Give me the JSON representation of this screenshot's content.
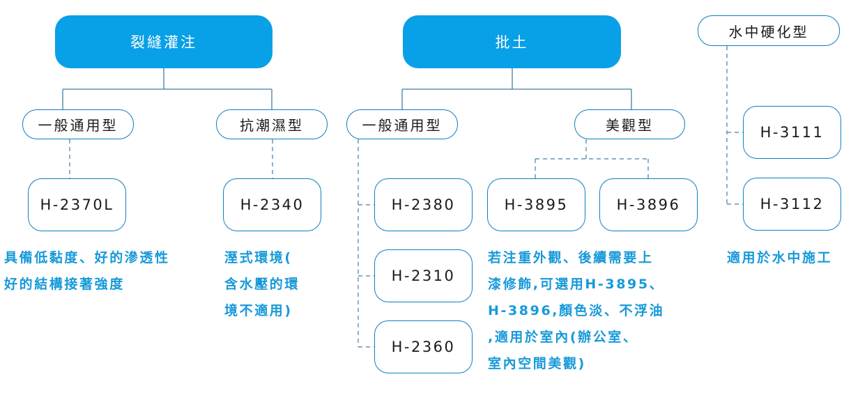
{
  "categories": {
    "crack": "裂縫灌注",
    "putty": "批土",
    "underwater": "水中硬化型"
  },
  "subtypes": {
    "crack_general": "一般通用型",
    "crack_moisture": "抗潮濕型",
    "putty_general": "一般通用型",
    "putty_aesthetic": "美觀型"
  },
  "products": {
    "h2370l": "H-2370L",
    "h2340": "H-2340",
    "h2380": "H-2380",
    "h2310": "H-2310",
    "h2360": "H-2360",
    "h3895": "H-3895",
    "h3896": "H-3896",
    "h3111": "H-3111",
    "h3112": "H-3112"
  },
  "descriptions": {
    "crack_general": [
      "具備低黏度、好的滲透性",
      "好的結構接著強度"
    ],
    "crack_moisture": [
      "溼式環境(",
      "含水壓的環",
      "境不適用)"
    ],
    "putty_aesthetic": [
      "若注重外觀、後續需要上",
      "漆修飾,可選用H-3895、",
      "H-3896,顏色淡、不浮油",
      ",適用於室內(辦公室、",
      "室內空間美觀)"
    ],
    "underwater": [
      "適用於水中施工"
    ]
  },
  "colors": {
    "category_fill": "#08a0e6",
    "outline": "#0b7fbf",
    "connector": "#3f7fa8",
    "description_text": "#1799d9"
  }
}
